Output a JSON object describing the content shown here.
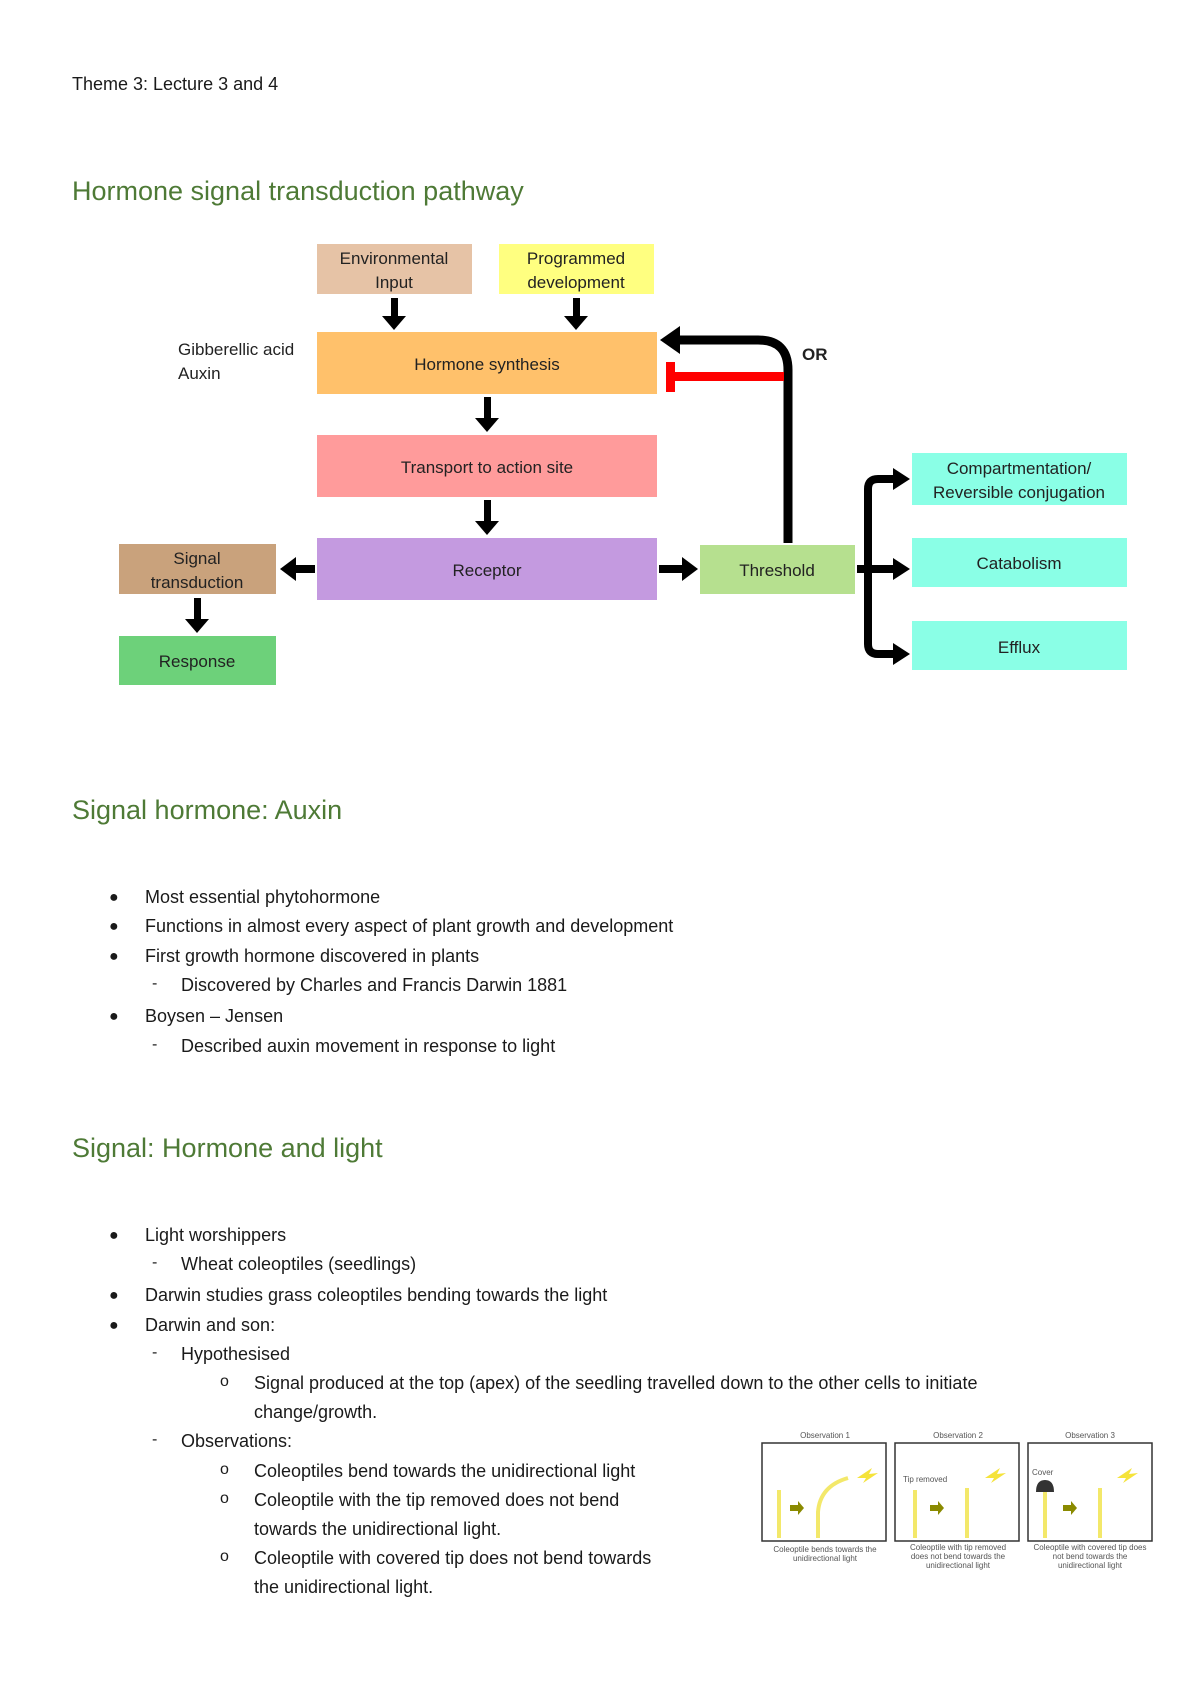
{
  "header": {
    "title": "Theme 3: Lecture 3 and 4"
  },
  "section1": {
    "heading": "Hormone signal transduction pathway"
  },
  "diagram": {
    "env_input": [
      "Environmental",
      "Input"
    ],
    "programmed": [
      "Programmed",
      "development"
    ],
    "hormone_synthesis": "Hormone synthesis",
    "transport": "Transport to action site",
    "receptor": "Receptor",
    "signal_transduction": [
      "Signal",
      "transduction"
    ],
    "response": "Response",
    "threshold": "Threshold",
    "compartmentation": [
      "Compartmentation/",
      "Reversible conjugation"
    ],
    "catabolism": "Catabolism",
    "efflux": "Efflux",
    "or_label": "OR",
    "side_label": [
      "Gibberellic acid",
      "Auxin"
    ],
    "colors": {
      "env": "#e6c3a6",
      "programmed": "#ffff80",
      "synthesis": "#ffc16b",
      "transport": "#ff9b9b",
      "receptor": "#c49ae0",
      "signal": "#c9a27c",
      "response": "#6dd17a",
      "threshold": "#b6e08f",
      "outputs": "#8affe6",
      "inhibit": "#ff0000"
    }
  },
  "section2": {
    "heading": "Signal hormone: Auxin",
    "items": [
      "Most essential phytohormone",
      "Functions in almost every aspect of plant growth and development",
      "First growth hormone discovered in plants",
      "Discovered by Charles and Francis Darwin 1881",
      "Boysen – Jensen",
      "Described auxin movement in response to light"
    ]
  },
  "section3": {
    "heading": "Signal: Hormone and light",
    "items": [
      "Light worshippers",
      "Wheat coleoptiles (seedlings)",
      "Darwin studies grass coleoptiles bending towards the light",
      "Darwin and son:",
      "Hypothesised",
      "Signal produced at the top (apex) of the seedling travelled down to the other cells to initiate",
      "change/growth.",
      "Observations:",
      "Coleoptiles bend towards the unidirectional light",
      "Coleoptile with the tip removed does not bend",
      "towards the unidirectional light.",
      "Coleoptile with covered tip does not bend towards",
      "the unidirectional light."
    ]
  },
  "observations_figure": {
    "titles": [
      "Observation 1",
      "Observation 2",
      "Observation 3"
    ],
    "captions": [
      [
        "Coleoptile bends towards the",
        "unidirectional light"
      ],
      [
        "Coleoptile with tip removed",
        "does not bend towards the",
        "unidirectional light"
      ],
      [
        "Coleoptile with covered tip does",
        "not bend towards the",
        "unidirectional light"
      ]
    ],
    "small_labels": [
      "Tip removed",
      "Cover"
    ]
  }
}
